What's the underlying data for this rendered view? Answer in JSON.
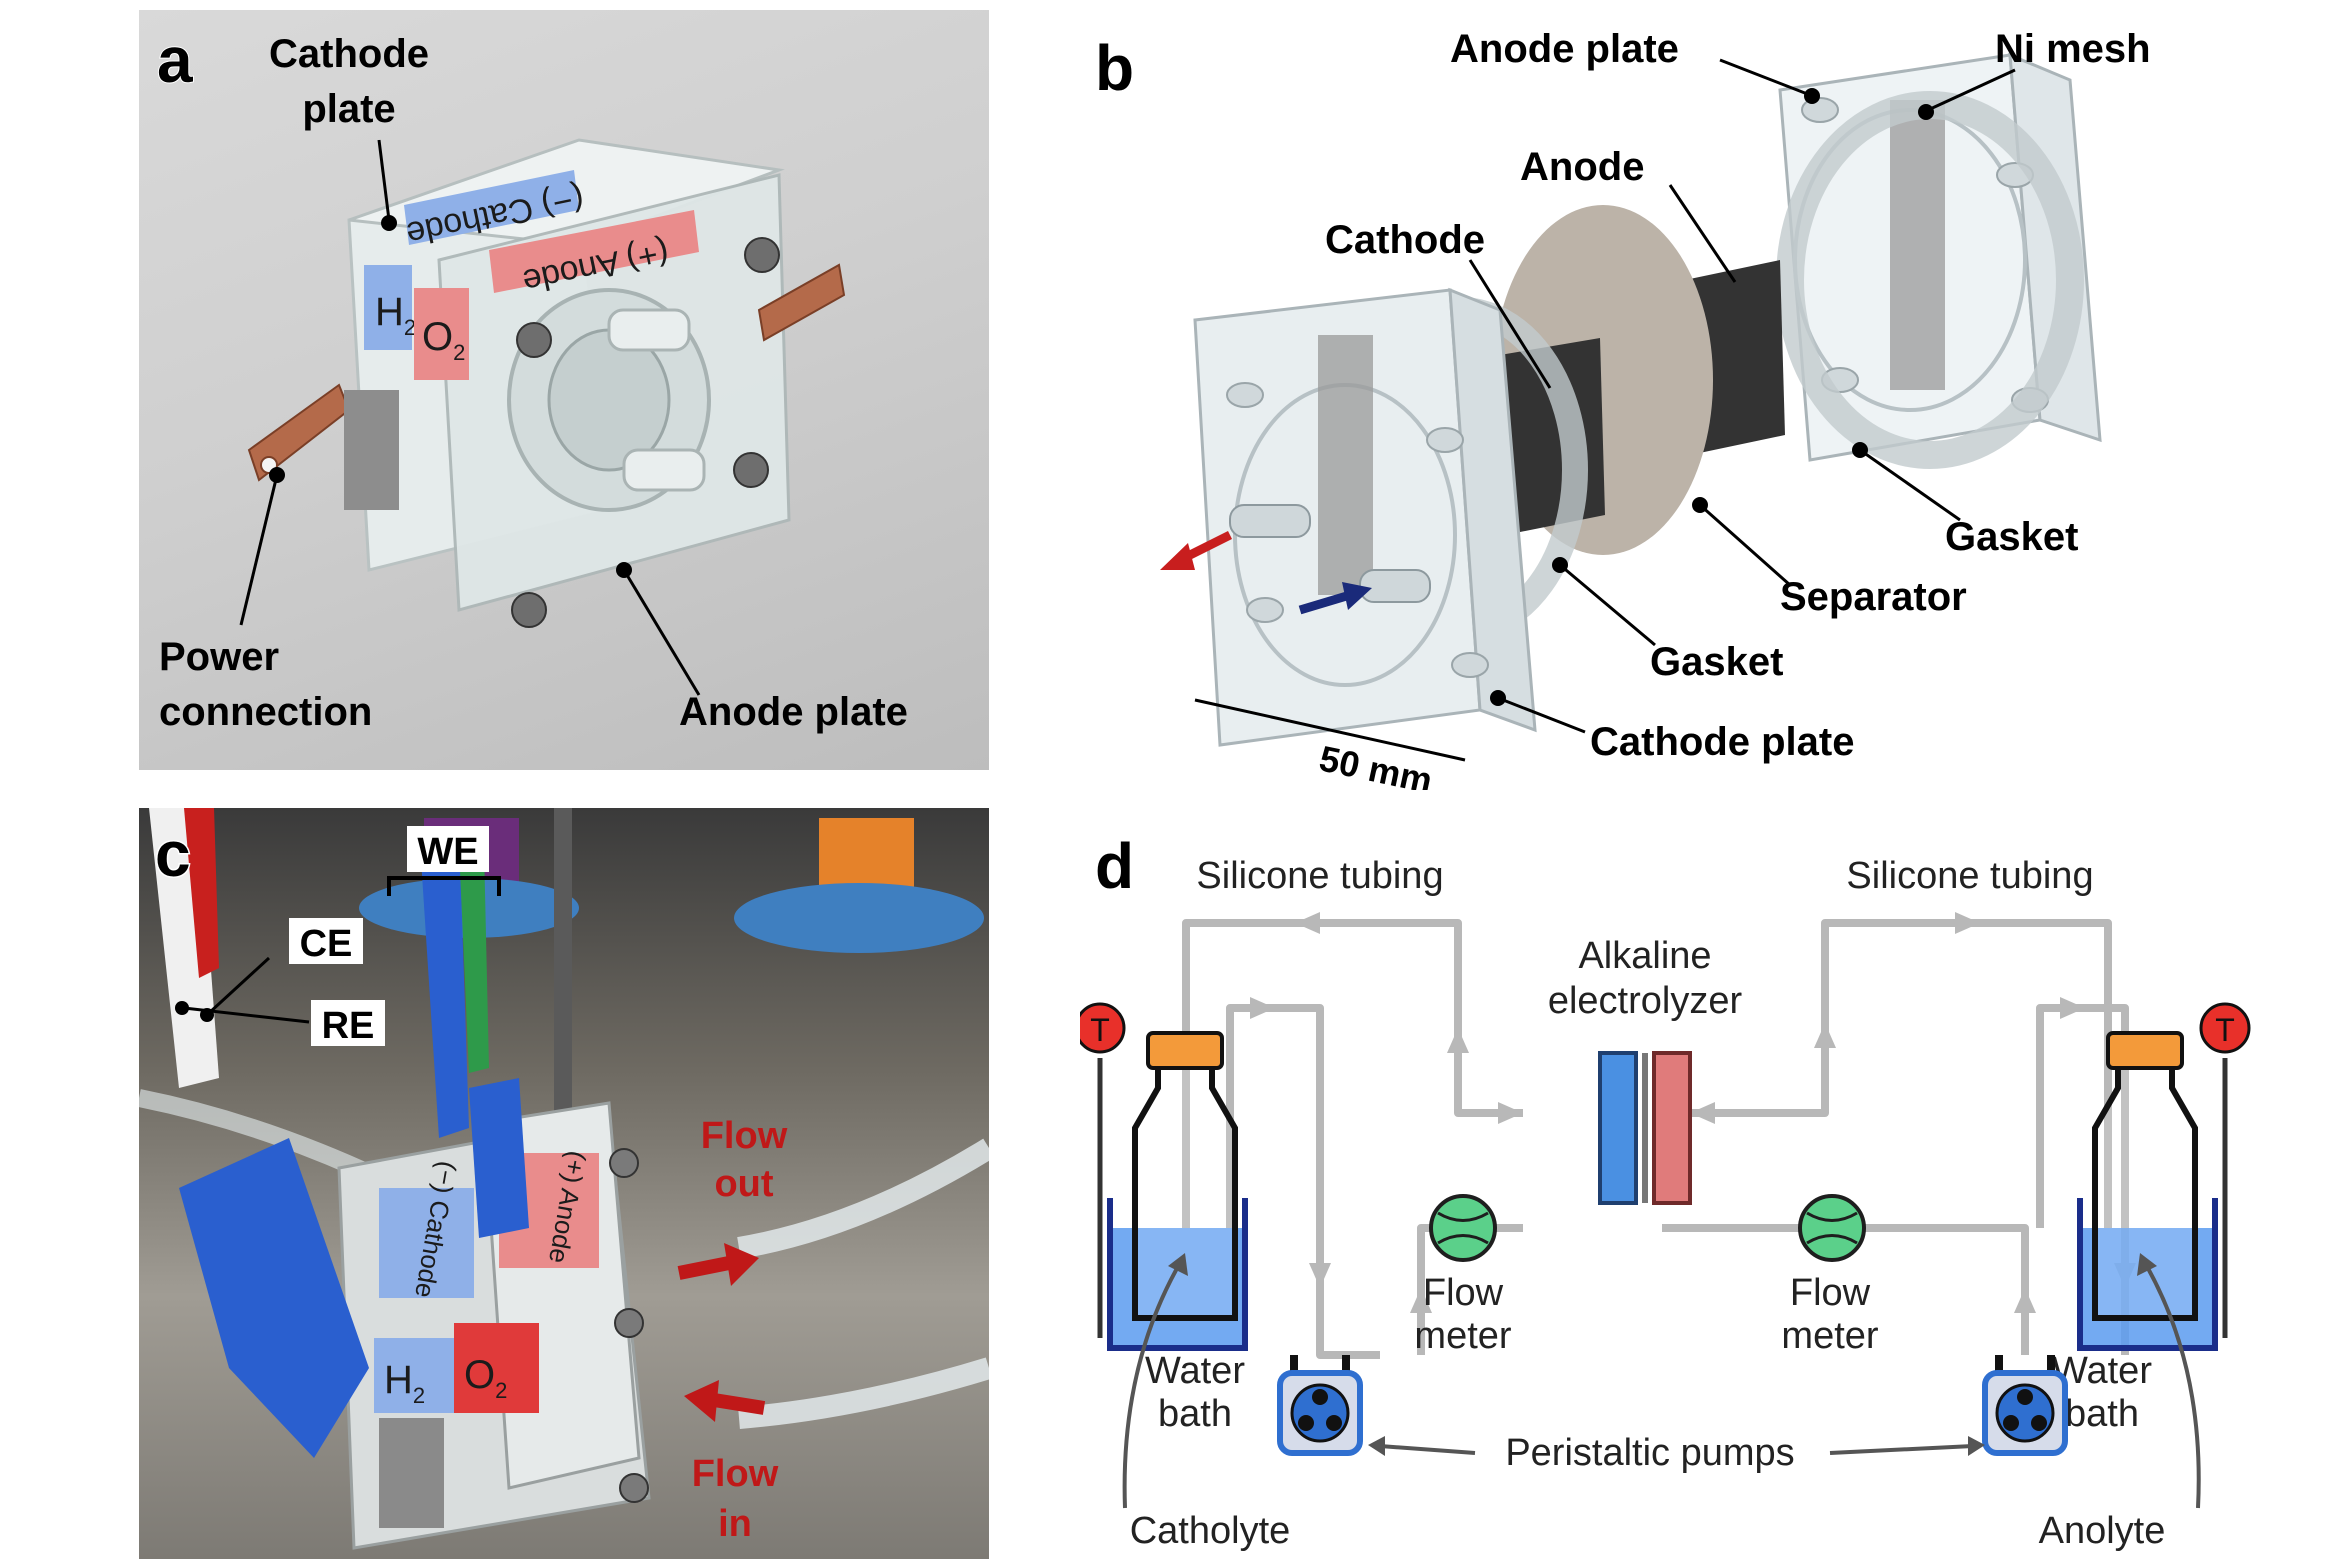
{
  "panel_a": {
    "letter": "a",
    "cathode_plate_label_line1": "Cathode",
    "cathode_plate_label_line2": "plate",
    "power_connection_line1": "Power",
    "power_connection_line2": "connection",
    "anode_plate_label": "Anode plate",
    "sticker_cathode": "(−) Cathode",
    "sticker_anode": "(+) Anode",
    "sticker_h2": "H",
    "sticker_h2_sub": "2",
    "sticker_o2": "O",
    "sticker_o2_sub": "2"
  },
  "panel_b": {
    "letter": "b",
    "anode_plate": "Anode plate",
    "ni_mesh": "Ni mesh",
    "anode": "Anode",
    "cathode": "Cathode",
    "gasket_right": "Gasket",
    "separator": "Separator",
    "gasket_left": "Gasket",
    "cathode_plate": "Cathode plate",
    "scale": "50 mm"
  },
  "panel_c": {
    "letter": "c",
    "we": "WE",
    "ce": "CE",
    "re": "RE",
    "flow_out_line1": "Flow",
    "flow_out_line2": "out",
    "flow_in_line1": "Flow",
    "flow_in_line2": "in",
    "sticker_cathode": "(−) Cathode",
    "sticker_anode": "(+) Anode",
    "sticker_h2": "H",
    "sticker_h2_sub": "2",
    "sticker_o2": "O",
    "sticker_o2_sub": "2"
  },
  "panel_d": {
    "letter": "d",
    "silicone_tubing_left": "Silicone tubing",
    "silicone_tubing_right": "Silicone tubing",
    "electrolyzer_line1": "Alkaline",
    "electrolyzer_line2": "electrolyzer",
    "flow_meter_left_line1": "Flow",
    "flow_meter_left_line2": "meter",
    "flow_meter_right_line1": "Flow",
    "flow_meter_right_line2": "meter",
    "water_bath_left_line1": "Water",
    "water_bath_left_line2": "bath",
    "water_bath_right_line1": "Water",
    "water_bath_right_line2": "bath",
    "peristaltic_pumps": "Peristaltic pumps",
    "catholyte": "Catholyte",
    "anolyte": "Anolyte",
    "thermometer_symbol": "T"
  },
  "colors": {
    "cathode_blue": "#4a90e2",
    "anode_red": "#e07b7b",
    "water_blue": "#5b9bf0",
    "cap_orange": "#f39a3a",
    "thermo_red": "#e8302a",
    "meter_green": "#5bd08a",
    "pump_blue": "#2f6fd0",
    "tubing_grey": "#b8b8b8",
    "flow_red": "#c01818"
  }
}
